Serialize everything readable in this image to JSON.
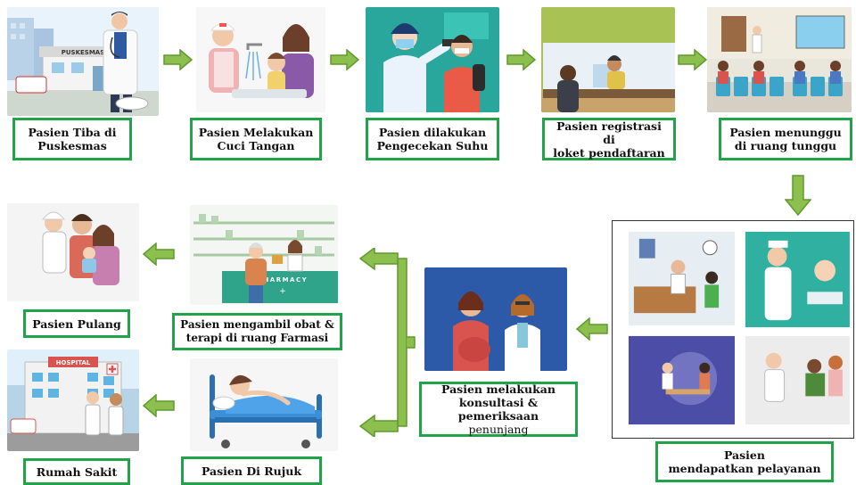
{
  "colors": {
    "box_border": "#22a34a",
    "arrow_fill": "#8cbf4e",
    "arrow_stroke": "#5f9a2e"
  },
  "steps": {
    "arrival": {
      "label": "Pasien Tiba di\nPuskesmas",
      "sign": "PUSKESMAS",
      "icon": "clinic-building-doctor-illustration"
    },
    "handwash": {
      "label": "Pasien Melakukan\nCuci Tangan",
      "icon": "handwashing-illustration"
    },
    "temperature": {
      "label": "Pasien dilakukan\nPengecekan Suhu",
      "icon": "temperature-check-illustration"
    },
    "registration": {
      "label": "Pasien registrasi di\nloket pendaftaran",
      "icon": "registration-counter-illustration"
    },
    "waiting": {
      "label": "Pasien menunggu\ndi ruang tunggu",
      "icon": "waiting-room-illustration"
    },
    "service": {
      "label": "Pasien\nmendapatkan pelayanan",
      "icon": "medical-service-collage"
    },
    "consultation": {
      "label_bold": "Pasien melakukan\nkonsultasi &\npemeriksaan",
      "label_normal": " penunjang",
      "icon": "consultation-illustration"
    },
    "pharmacy": {
      "label": "Pasien mengambil obat &\nterapi di ruang Farmasi",
      "sign": "PHARMACY",
      "icon": "pharmacy-illustration"
    },
    "referred": {
      "label": "Pasien Di Rujuk",
      "icon": "patient-bed-illustration"
    },
    "home": {
      "label": "Pasien Pulang",
      "icon": "family-going-home-illustration"
    },
    "hospital": {
      "label": "Rumah Sakit",
      "sign": "HOSPITAL",
      "icon": "hospital-building-illustration"
    }
  }
}
